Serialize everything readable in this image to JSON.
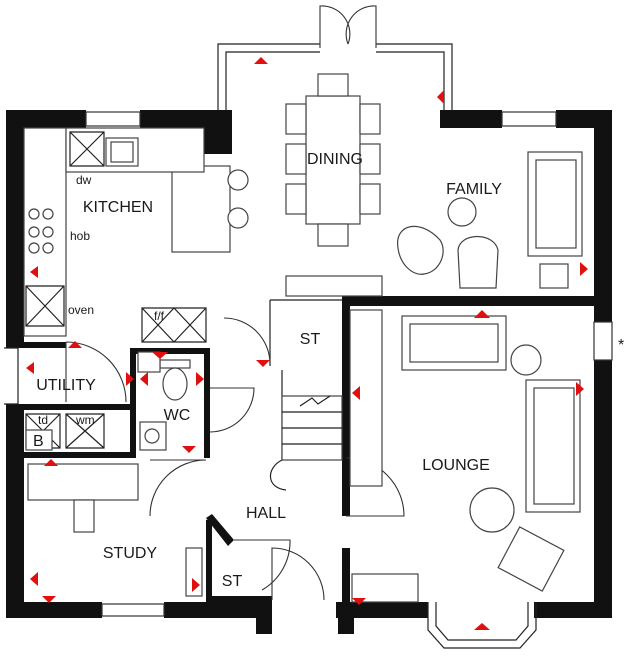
{
  "rooms": {
    "dining": "DINING",
    "family": "FAMILY",
    "kitchen": "KITCHEN",
    "utility": "UTILITY",
    "wc": "WC",
    "lounge": "LOUNGE",
    "hall": "HALL",
    "study": "STUDY",
    "store_upper": "ST",
    "store_lower": "ST"
  },
  "fixtures": {
    "dishwasher": "dw",
    "hob": "hob",
    "oven": "oven",
    "fridge_freezer": "f/f",
    "tumble_dryer": "td",
    "washing_machine": "wm",
    "boiler": "B"
  },
  "annotations": {
    "asterisk": "*"
  },
  "colors": {
    "wall": "#111111",
    "marker": "#e01010",
    "line": "#333333",
    "background": "#ffffff"
  }
}
